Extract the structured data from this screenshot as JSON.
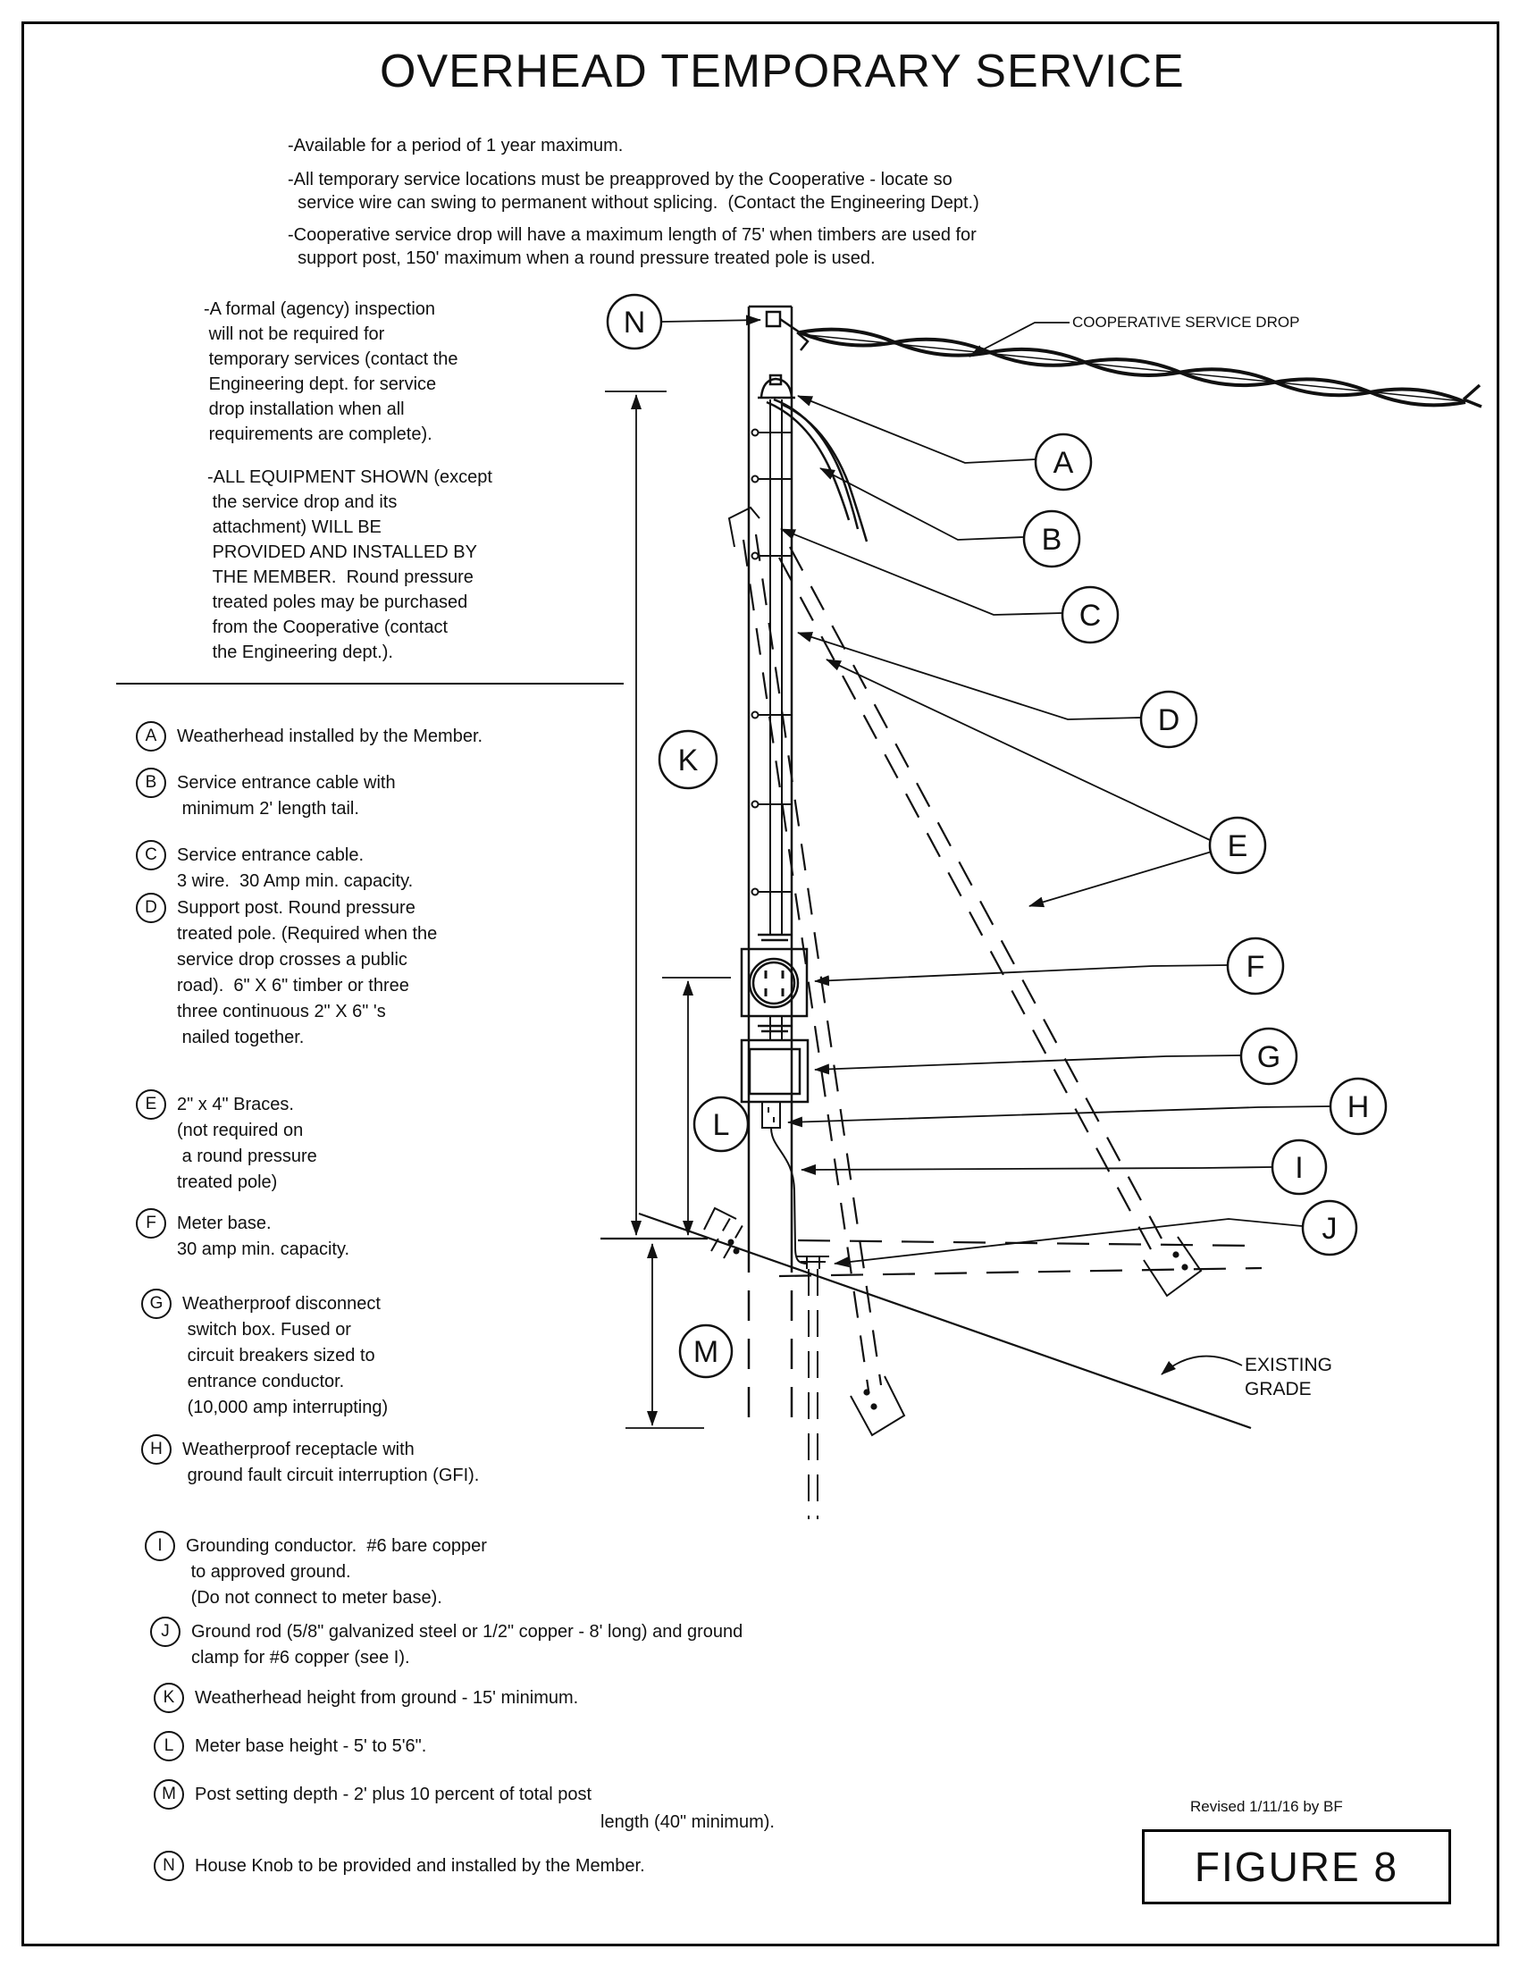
{
  "page": {
    "title": "OVERHEAD TEMPORARY SERVICE"
  },
  "bullets": [
    "-Available for a period of 1 year maximum.",
    "-All temporary service locations must be preapproved by the Cooperative - locate so\n  service wire can swing to permanent without splicing.  (Contact the Engineering Dept.)",
    "-Cooperative service drop will have a maximum length of 75' when timbers are used for\n  support post, 150' maximum when a round pressure treated pole is used."
  ],
  "notes": {
    "inspection": "-A formal (agency) inspection\n will not be required for\n temporary services (contact the\n Engineering dept. for service\n drop installation when all\n requirements are complete).",
    "equipment": "-ALL EQUIPMENT SHOWN (except\n the service drop and its\n attachment) WILL BE\n PROVIDED AND INSTALLED BY\n THE MEMBER.  Round pressure\n treated poles may be purchased\n from the Cooperative (contact\n the Engineering dept.)."
  },
  "legend": {
    "items": [
      {
        "letter": "A",
        "text": "Weatherhead installed by the Member."
      },
      {
        "letter": "B",
        "text": "Service entrance cable with\n minimum 2' length tail."
      },
      {
        "letter": "C",
        "text": "Service entrance cable.\n3 wire.  30 Amp min. capacity."
      },
      {
        "letter": "D",
        "text": "Support post. Round pressure\ntreated pole. (Required when the\nservice drop crosses a public\nroad).  6\" X 6\" timber or three\nthree continuous 2\" X 6\" 's\n nailed together."
      },
      {
        "letter": "E",
        "text": "2\" x 4\" Braces.\n(not required on\n a round pressure\ntreated pole)"
      },
      {
        "letter": "F",
        "text": "Meter base.\n30 amp min. capacity."
      },
      {
        "letter": "G",
        "text": "Weatherproof disconnect\n switch box. Fused or\n circuit breakers sized to\n entrance conductor.\n (10,000 amp interrupting)"
      },
      {
        "letter": "H",
        "text": "Weatherproof receptacle with\n ground fault circuit interruption (GFI)."
      },
      {
        "letter": "I",
        "text": "Grounding conductor.  #6 bare copper\n to approved ground.\n (Do not connect to meter base)."
      },
      {
        "letter": "J",
        "text": "Ground rod (5/8\" galvanized steel or 1/2\" copper - 8' long) and ground\nclamp for #6 copper (see I)."
      },
      {
        "letter": "K",
        "text": "Weatherhead height from ground - 15' minimum."
      },
      {
        "letter": "L",
        "text": "Meter base height - 5' to 5'6\"."
      },
      {
        "letter": "M",
        "text": "Post setting depth - 2' plus 10 percent of total post",
        "text2": "length (40\" minimum)."
      },
      {
        "letter": "N",
        "text": "House Knob to be provided and installed by the Member."
      }
    ]
  },
  "diagram": {
    "labels": {
      "service_drop": "COOPERATIVE SERVICE DROP",
      "existing_grade": "EXISTING\nGRADE"
    },
    "callouts": {
      "A": "A",
      "B": "B",
      "C": "C",
      "D": "D",
      "E": "E",
      "F": "F",
      "G": "G",
      "H": "H",
      "I": "I",
      "J": "J",
      "K": "K",
      "L": "L",
      "M": "M",
      "N": "N"
    }
  },
  "footer": {
    "revision": "Revised 1/11/16 by BF",
    "figure_label": "FIGURE 8"
  },
  "colors": {
    "ink": "#111111",
    "paper": "#ffffff"
  }
}
